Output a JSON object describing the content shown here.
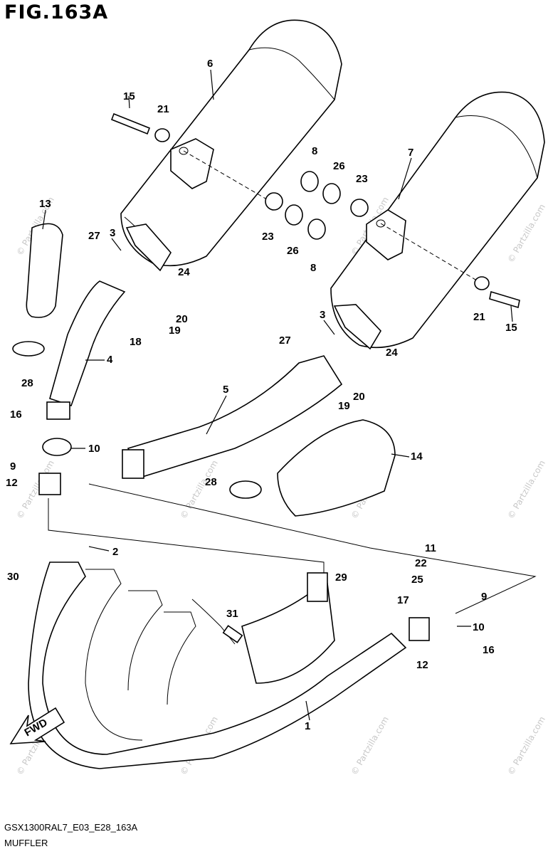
{
  "figure": {
    "title": "FIG.163A",
    "code": "GSX1300RAL7_E03_E28_163A",
    "name": "MUFFLER"
  },
  "watermark": "© Partzilla.com",
  "callouts": [
    "1",
    "2",
    "3",
    "3",
    "4",
    "5",
    "6",
    "7",
    "8",
    "8",
    "9",
    "9",
    "10",
    "10",
    "11",
    "12",
    "12",
    "13",
    "14",
    "15",
    "15",
    "16",
    "16",
    "17",
    "18",
    "19",
    "19",
    "20",
    "20",
    "21",
    "21",
    "22",
    "23",
    "23",
    "24",
    "24",
    "25",
    "26",
    "26",
    "27",
    "27",
    "28",
    "28",
    "29",
    "30",
    "31"
  ],
  "fwd_label": "FWD"
}
